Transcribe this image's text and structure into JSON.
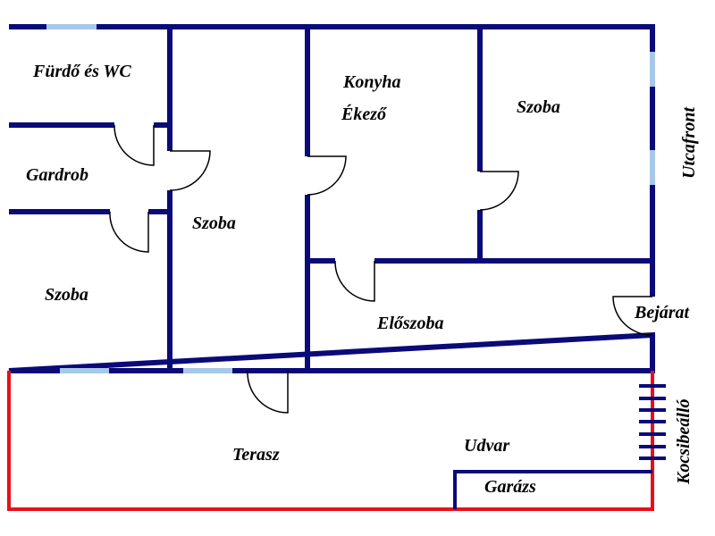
{
  "rooms": {
    "bath": "Fürdő és WC",
    "wardrobe": "Gardrob",
    "room_left": "Szoba",
    "room_middle": "Szoba",
    "kitchen_line1": "Konyha",
    "kitchen_line2": "Ékező",
    "room_right": "Szoba",
    "hall": "Előszoba",
    "entrance": "Bejárat",
    "street": "Utcafront",
    "terrace": "Terasz",
    "yard": "Udvar",
    "garage": "Garázs",
    "carport": "Kocsibeálló"
  },
  "colors": {
    "wall": "#0a0a78",
    "window": "#a8c8e8",
    "boundary": "#e8101a"
  }
}
